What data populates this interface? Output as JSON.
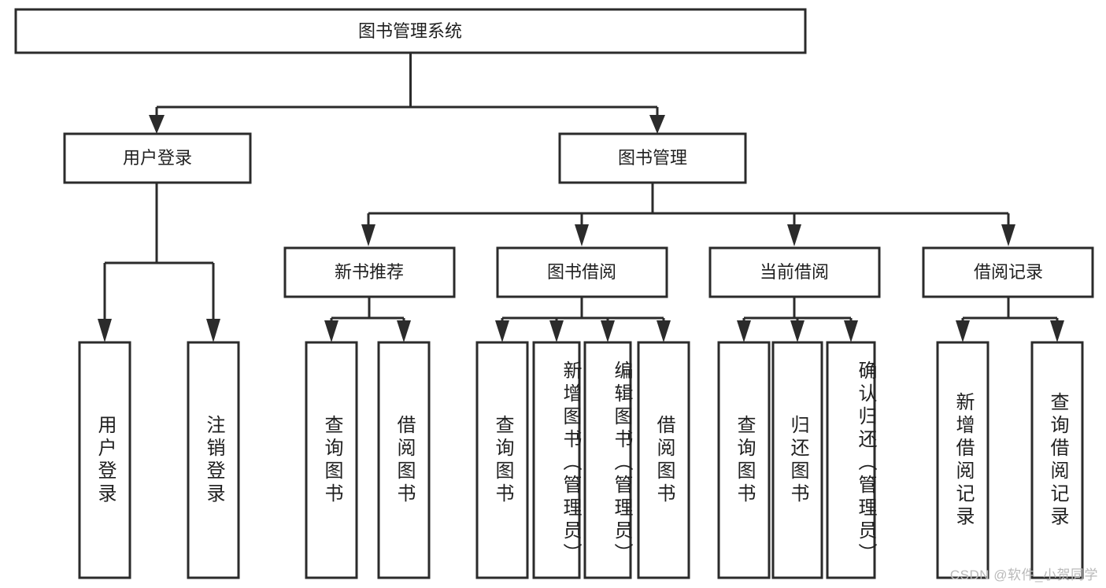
{
  "diagram": {
    "title_node": {
      "label": "图书管理系统"
    },
    "level1": [
      {
        "id": "user-login",
        "label": "用户登录"
      },
      {
        "id": "book-management",
        "label": "图书管理"
      }
    ],
    "level2": [
      {
        "id": "new-book-recommend",
        "label": "新书推荐"
      },
      {
        "id": "book-borrow",
        "label": "图书借阅"
      },
      {
        "id": "current-borrow",
        "label": "当前借阅"
      },
      {
        "id": "borrow-record",
        "label": "借阅记录"
      }
    ],
    "leaves": [
      {
        "id": "leaf-user-login",
        "label": "用户登录"
      },
      {
        "id": "leaf-logout",
        "label": "注销登录"
      },
      {
        "id": "leaf-query-book-1",
        "label": "查询图书"
      },
      {
        "id": "leaf-borrow-book-1",
        "label": "借阅图书"
      },
      {
        "id": "leaf-query-book-2",
        "label": "查询图书"
      },
      {
        "id": "leaf-add-book",
        "label": "新增图书（管理员）"
      },
      {
        "id": "leaf-edit-book",
        "label": "编辑图书（管理员）"
      },
      {
        "id": "leaf-borrow-book-2",
        "label": "借阅图书"
      },
      {
        "id": "leaf-query-book-3",
        "label": "查询图书"
      },
      {
        "id": "leaf-return-book",
        "label": "归还图书"
      },
      {
        "id": "leaf-confirm-return",
        "label": "确认归还（管理员）"
      },
      {
        "id": "leaf-add-record",
        "label": "新增借阅记录"
      },
      {
        "id": "leaf-query-record",
        "label": "查询借阅记录"
      }
    ]
  },
  "watermark": {
    "text": "CSDN @软件_小贺同学"
  },
  "colors": {
    "stroke": "#2b2b2b",
    "fill": "#ffffff",
    "text": "#1f1f1f",
    "watermark": "#b9b9b9"
  }
}
